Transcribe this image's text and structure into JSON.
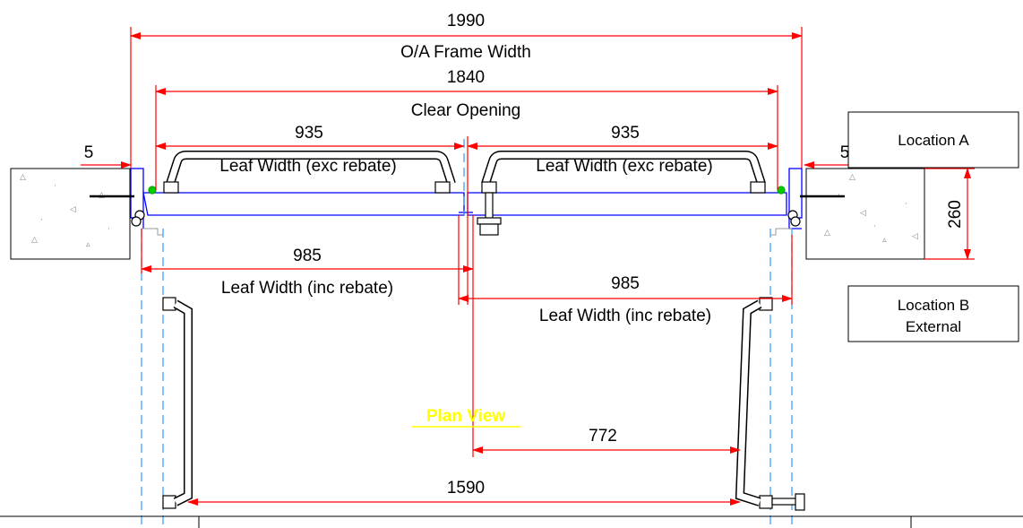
{
  "dimensions": {
    "frame_width": "1990",
    "frame_width_label": "O/A Frame Width",
    "clear_opening": "1840",
    "clear_opening_label": "Clear Opening",
    "leaf_left_exc": "935",
    "leaf_right_exc": "935",
    "leaf_exc_label": "Leaf Width (exc rebate)",
    "gap_left": "5",
    "gap_right": "5",
    "depth": "260",
    "leaf_left_inc": "985",
    "leaf_right_inc": "985",
    "leaf_inc_label": "Leaf Width (inc rebate)",
    "handle_offset": "772",
    "handle_span": "1590"
  },
  "locations": {
    "a": "Location A",
    "b_line1": "Location B",
    "b_line2": "External"
  },
  "title": "Plan View",
  "colors": {
    "dimension": "#ff0000",
    "frame": "#0000ff",
    "hidden_line": "#3399ff",
    "title": "#ffff00",
    "outline": "#000000"
  }
}
